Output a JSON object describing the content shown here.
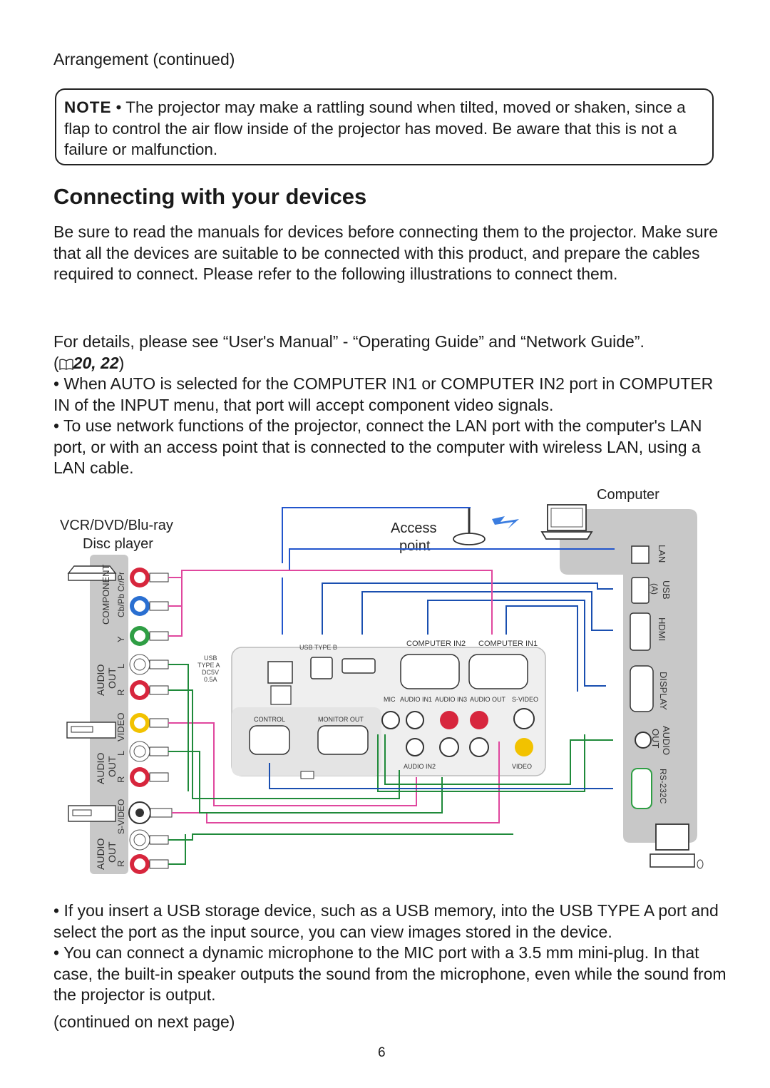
{
  "section_subtitle": "Arrangement (continued)",
  "note": {
    "label": "NOTE",
    "text": "• The projector may make a rattling sound when tilted, moved or shaken, since a flap to control the air flow inside of the projector has moved. Be aware that this is not a failure or malfunction."
  },
  "heading": "Connecting with your devices",
  "intro": "Be sure to read the manuals for devices before connecting them to the projector. Make sure that all the devices are suitable to be connected with this product, and prepare the cables required to connect. Please refer to the following illustrations to connect them.",
  "details": {
    "text": "For details, please see “User's Manual” - “Operating Guide” and “Network Guide”.",
    "ref_open": "(",
    "ref": "20, 22",
    "ref_close": ")"
  },
  "bullets_top": [
    "• When AUTO is selected for the COMPUTER IN1 or COMPUTER IN2 port in COMPUTER IN of the INPUT menu, that port will accept component video signals.",
    "• To use network functions of the projector, connect the LAN port with the computer's LAN port, or with an access point that is connected to the computer with wireless LAN, using a LAN cable."
  ],
  "diagram": {
    "computer_label": "Computer",
    "player_label_1": "VCR/DVD/Blu-ray",
    "player_label_2": "Disc player",
    "access_point_1": "Access",
    "access_point_2": "point",
    "left_labels": {
      "component": "COMPONENT",
      "y": "Y",
      "cb": "Cb/Pb",
      "cr": "Cr/Pr",
      "audio": "AUDIO",
      "out": "OUT",
      "l": "L",
      "r": "R",
      "video": "VIDEO",
      "s_video": "S-VIDEO"
    },
    "right_labels": {
      "lan": "LAN",
      "usb": "USB",
      "usb_a": "(A)",
      "hdmi": "HDMI",
      "display": "DISPLAY",
      "audio_out_1": "AUDIO",
      "audio_out_2": "OUT",
      "rs232c": "RS-232C"
    },
    "panel_labels": {
      "usb_type_b": "USB TYPE B",
      "usb": "USB",
      "type_a": "TYPE A",
      "dc5v": "DC5V",
      "amp": "0.5A",
      "computer_in2": "COMPUTER IN2",
      "computer_in1": "COMPUTER IN1",
      "mic": "MIC",
      "audio_in1": "AUDIO IN1",
      "audio_in3": "AUDIO IN3",
      "audio_out": "AUDIO OUT",
      "s_video": "S-VIDEO",
      "control": "CONTROL",
      "monitor_out": "MONITOR OUT",
      "audio_in2": "AUDIO IN2",
      "video": "VIDEO"
    }
  },
  "bullets_bottom": [
    "• If you insert a USB storage device, such as a USB memory, into the USB TYPE A port and select the port as the input source, you can view images stored in the device.",
    "• You can connect a dynamic microphone to the MIC port with a 3.5 mm mini-plug. In that case, the built-in speaker outputs the sound from the microphone, even while the sound from the projector is output."
  ],
  "continued": "(continued on next page)",
  "page_number": "6",
  "colors": {
    "lan_cable": "#2255cc",
    "usb_cable": "#1a4fb0",
    "component_cable": "#e0479e",
    "audio_cable": "#1f8a3a",
    "rs232_cable": "#1a4fb0",
    "panel_gray": "#c8c8c8",
    "jack_red": "#d7263d",
    "jack_blue": "#2a6fd1",
    "jack_green": "#2f9e44",
    "jack_yellow": "#f2c200"
  }
}
